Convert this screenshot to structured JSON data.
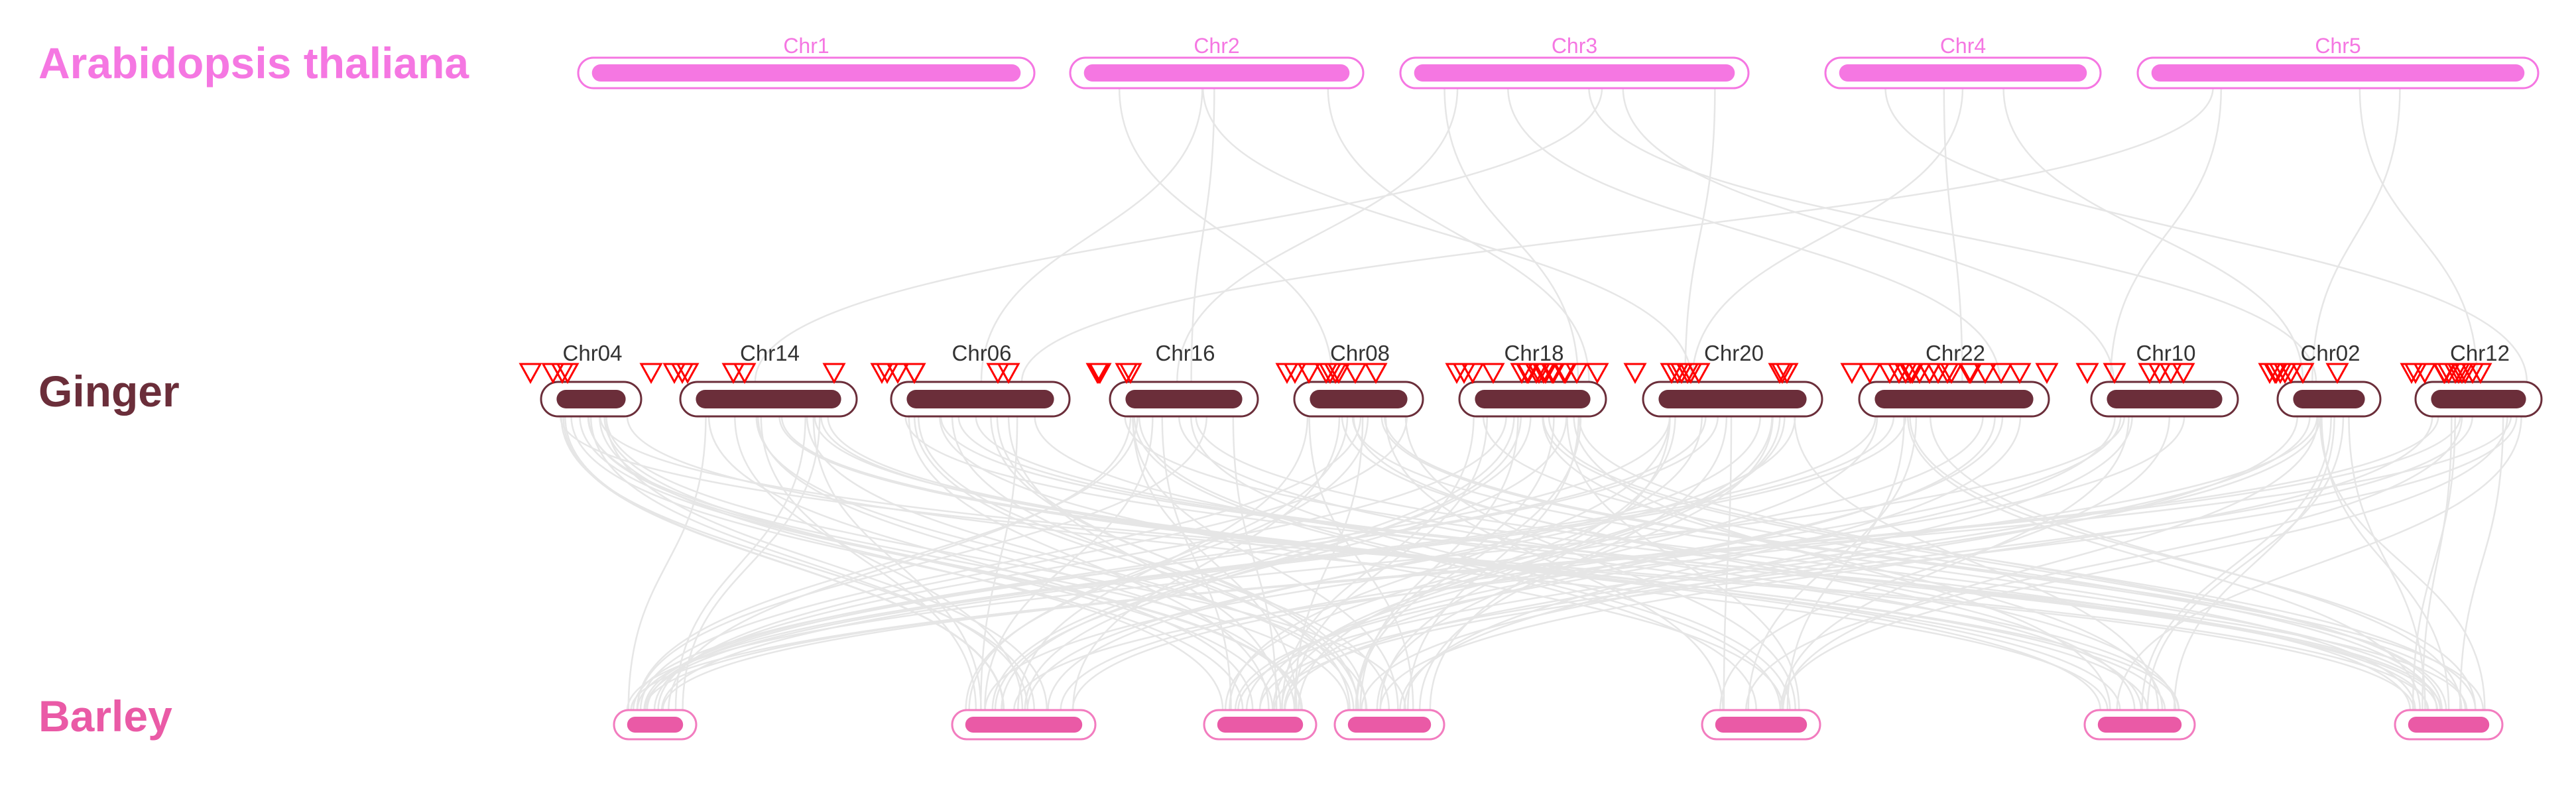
{
  "colors": {
    "arabidopsis": "#f577e2",
    "ginger": "#6b2e3a",
    "barley": "#ea5aa6",
    "barley_outline": "#f27cbf",
    "marker": "#ff0000",
    "link": "#e6e6e6"
  },
  "species": [
    {
      "name": "Arabidopsis thaliana",
      "label_color": "#f577e2",
      "chromosomes": [
        {
          "label": "Chr1"
        },
        {
          "label": "Chr2"
        },
        {
          "label": "Chr3"
        },
        {
          "label": "Chr4"
        },
        {
          "label": "Chr5"
        }
      ]
    },
    {
      "name": "Ginger",
      "label_color": "#6b2e3a",
      "chromosomes": [
        {
          "label": "Chr04"
        },
        {
          "label": "Chr14"
        },
        {
          "label": "Chr06"
        },
        {
          "label": "Chr16"
        },
        {
          "label": "Chr08"
        },
        {
          "label": "Chr18"
        },
        {
          "label": "Chr20"
        },
        {
          "label": "Chr22"
        },
        {
          "label": "Chr10"
        },
        {
          "label": "Chr02"
        },
        {
          "label": "Chr12"
        }
      ]
    },
    {
      "name": "Barley",
      "label_color": "#ea5aa6",
      "chromosomes": [
        {
          "label": ""
        },
        {
          "label": ""
        },
        {
          "label": ""
        },
        {
          "label": ""
        },
        {
          "label": ""
        },
        {
          "label": ""
        },
        {
          "label": ""
        }
      ]
    }
  ]
}
